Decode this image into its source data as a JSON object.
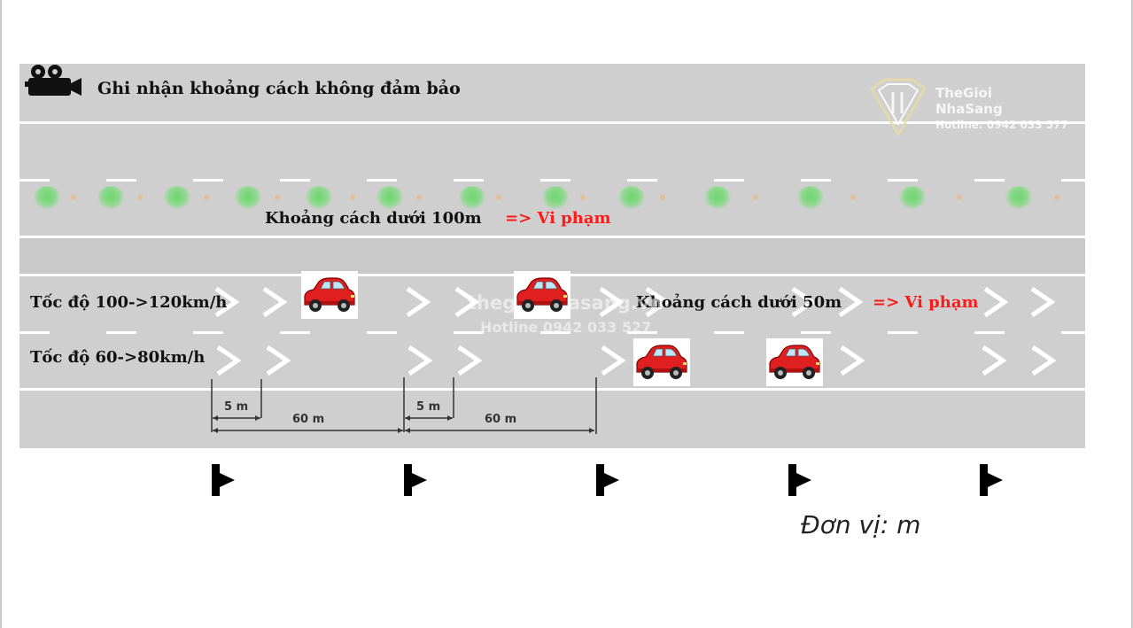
{
  "title": "Ghi nhận khoảng cách không đảm bảo",
  "upper_label": {
    "text": "Khoảng cách dưới 100m",
    "verdict": "=> Vi phạm"
  },
  "lower_label": {
    "text": "Khoảng cách dưới 50m",
    "verdict": "=> Vi phạm"
  },
  "lanes": [
    {
      "speed": "Tốc độ 100->120km/h"
    },
    {
      "speed": "Tốc độ 60->80km/h"
    }
  ],
  "dimensions": {
    "small": "5 m",
    "large": "60 m"
  },
  "unit_label": "Đơn vị: m",
  "watermark": {
    "brand_line1": "TheGioi",
    "brand_line2": "NhaSang",
    "hotline": "Hotline: 0942 033 577",
    "center_brand": "thegioinhasang.vn",
    "center_hotline": "Hotline 0942 033 527"
  },
  "icons": {
    "camera": "video-camera-icon",
    "car": "red-car-icon",
    "chevron": "chevron-arrow-icon",
    "marker": "distance-marker-post-icon"
  },
  "colors": {
    "road": "#cfcfcf",
    "lane_line": "#ffffff",
    "violation": "#ff1a1a",
    "car": "#e02020",
    "median_bush": "#6fd46f"
  }
}
